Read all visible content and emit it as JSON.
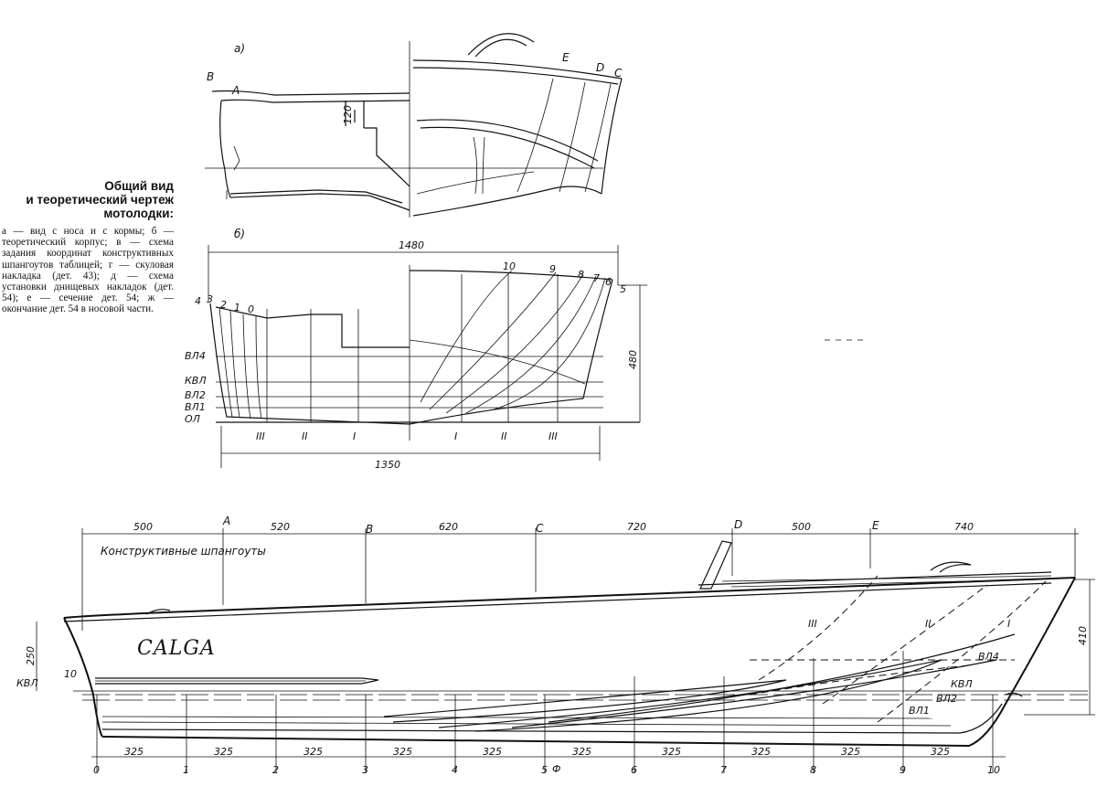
{
  "caption": {
    "title_line1": "Общий вид",
    "title_line2": "и теоретический чертеж",
    "title_line3": "мотолодки:",
    "text": "а — вид с носа и с кормы; б — теоретический корпус; в — схема задания координат конструктивных шпангоутов таблицей; г — скуловая накладка (дет. 43); д — схема установки днищевых накладок (дет. 54); е — сечение дет. 54; ж — окончание дет. 54 в носовой части."
  },
  "view_a": {
    "label": "а)",
    "dim_120": "120",
    "point_A": "А",
    "point_B": "В",
    "point_E": "Е",
    "point_D": "D",
    "point_C": "С"
  },
  "view_b": {
    "label": "б)",
    "dim_top": "1480",
    "dim_bottom": "1350",
    "dim_height": "480",
    "stations_left": [
      "4",
      "3",
      "2",
      "1",
      "0"
    ],
    "stations_right": [
      "10",
      "9",
      "8",
      "7",
      "6",
      "5"
    ],
    "waterlines": [
      "ВЛ4",
      "КВЛ",
      "ВЛ2",
      "ВЛ1",
      "ОЛ"
    ],
    "buttocks_left": [
      "III",
      "II",
      "I"
    ],
    "buttocks_right": [
      "I",
      "II",
      "III"
    ]
  },
  "side_view": {
    "boat_name": "CALGA",
    "top_dims": [
      "500",
      "520",
      "620",
      "720",
      "500",
      "740"
    ],
    "top_points": [
      "А",
      "В",
      "С",
      "D",
      "Е"
    ],
    "frames_label": "Конструктивные шпангоуты",
    "dim_250": "250",
    "dim_410": "410",
    "dim_10": "10",
    "kvl_left": "КВЛ",
    "buttocks": [
      "III",
      "II",
      "I"
    ],
    "waterlines": [
      "ВЛ4",
      "КВЛ",
      "ВЛ2",
      "ВЛ1"
    ],
    "bottom_dims": [
      "325",
      "325",
      "325",
      "325",
      "325",
      "325",
      "325",
      "325",
      "325",
      "325"
    ],
    "stations": [
      "0",
      "1",
      "2",
      "3",
      "4",
      "5",
      "6",
      "7",
      "8",
      "9",
      "10"
    ],
    "mid_symbol": "Ф"
  }
}
